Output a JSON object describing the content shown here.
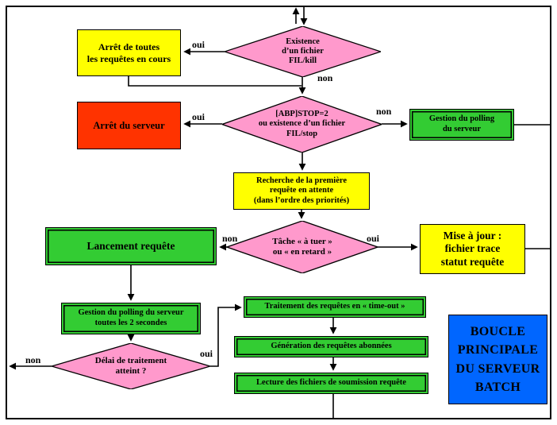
{
  "nodes": {
    "stop_requests": {
      "label": "Arrêt de toutes\nles requêtes en cours"
    },
    "kill_check": {
      "label": "Existence\nd’un fichier\nFIL/kill"
    },
    "stop_server": {
      "label": "Arrêt du serveur"
    },
    "stop_check": {
      "label": "[ABP]STOP=2\nou existence d’un fichier\nFIL/stop"
    },
    "polling_server": {
      "label": "Gestion du polling\ndu serveur"
    },
    "search_first": {
      "label": "Recherche de la première\nrequête en attente\n(dans l’ordre des priorités)"
    },
    "launch": {
      "label": "Lancement requête"
    },
    "task_check": {
      "label": "Tâche « à tuer »\nou « en retard »"
    },
    "update_trace": {
      "label": "Mise à jour :\nfichier trace\nstatut requête"
    },
    "polling_2s": {
      "label": "Gestion du polling du serveur\ntoutes les 2 secondes"
    },
    "delay_check": {
      "label": "Délai de traitement\natteint ?"
    },
    "timeout": {
      "label": "Traitement des requêtes en « time-out »"
    },
    "generation": {
      "label": "Génération des requêtes abonnées"
    },
    "lecture": {
      "label": "Lecture des fichiers de soumission requête"
    },
    "loop_title": {
      "label": "BOUCLE\nPRINCIPALE\nDU SERVEUR\nBATCH"
    }
  },
  "edge_labels": {
    "kill_yes": "oui",
    "kill_no": "non",
    "stop_yes": "oui",
    "stop_no": "non",
    "task_no": "non",
    "task_yes": "oui",
    "delay_yes": "oui",
    "delay_no": "non"
  },
  "colors": {
    "process_yellow": "#FFFF00",
    "decision_pink": "#FF99CC",
    "action_green": "#33CC33",
    "stop_red": "#FF3300",
    "loop_blue": "#0066FF",
    "connector_black": "#000000"
  }
}
